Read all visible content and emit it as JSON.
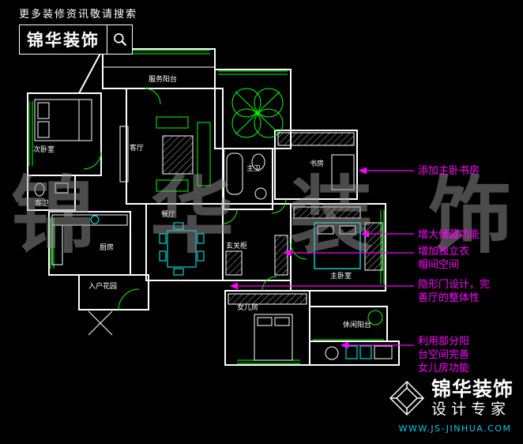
{
  "colors": {
    "background": "#000000",
    "walls": "#ffffff",
    "window_green": "#00ff00",
    "fixture_cyan": "#00ffff",
    "annotation_magenta": "#ff00ff",
    "url_cyan": "#00ccee"
  },
  "header": {
    "tagline": "更多装修资讯敬请搜索",
    "brand": "锦华装饰",
    "search_icon": "magnifier"
  },
  "floorplan": {
    "rooms": [
      {
        "id": "service-balcony",
        "label": "服务阳台"
      },
      {
        "id": "second-bedroom",
        "label": "次卧室"
      },
      {
        "id": "living-room",
        "label": "客厅"
      },
      {
        "id": "guest-bath",
        "label": "客卫"
      },
      {
        "id": "kitchen",
        "label": "厨房"
      },
      {
        "id": "dining-room",
        "label": "餐厅"
      },
      {
        "id": "entry-garden",
        "label": "入户花园"
      },
      {
        "id": "master-bath",
        "label": "主卫"
      },
      {
        "id": "study",
        "label": "书房"
      },
      {
        "id": "entry-cabinet",
        "label": "玄关柜"
      },
      {
        "id": "master-bedroom",
        "label": "主卧室"
      },
      {
        "id": "daughter-room",
        "label": "女儿房"
      },
      {
        "id": "leisure-balcony",
        "label": "休闲阳台"
      }
    ]
  },
  "annotations": [
    {
      "label": "添加主卧书房"
    },
    {
      "label": "增大储藏功能"
    },
    {
      "label": "增加独立衣帽间空间"
    },
    {
      "label": "隐形门设计，完善厅的整体性"
    },
    {
      "label": "利用部分阳台空间完善女儿房功能"
    }
  ],
  "watermark": {
    "chars": [
      "锦",
      "华",
      "装",
      "饰"
    ]
  },
  "footer": {
    "brand": "锦华装饰",
    "subtitle": "设计专家",
    "url": "WWW.JS-JINHUA.COM"
  }
}
